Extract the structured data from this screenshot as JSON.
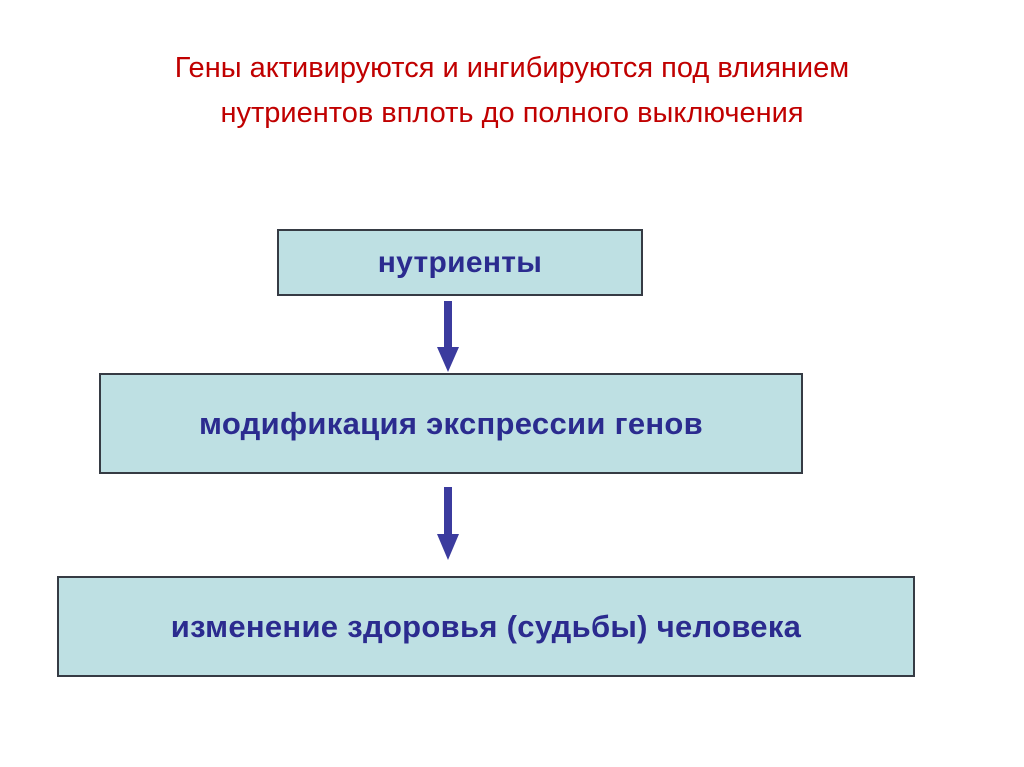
{
  "slide": {
    "background_color": "#FFFFFF",
    "title": {
      "text": "Гены активируются и ингибируются под влиянием\nнутриентов вплоть до полного выключения",
      "color": "#C00000"
    },
    "diagram": {
      "type": "flowchart",
      "direction": "top-to-bottom",
      "box_fill_color": "#BEE0E3",
      "box_border_color": "#363B44",
      "box_text_color": "#2B2B8F",
      "arrow_color": "#3B3B9E",
      "nodes": [
        {
          "id": "nutrients",
          "label": "нутриенты"
        },
        {
          "id": "modification",
          "label": "модификация экспрессии генов"
        },
        {
          "id": "health",
          "label": "изменение здоровья (судьбы) человека"
        }
      ],
      "connectors": [
        {
          "id": "arrow-1",
          "from": "nutrients",
          "to": "modification",
          "icon": "arrow-down-icon"
        },
        {
          "id": "arrow-2",
          "from": "modification",
          "to": "health",
          "icon": "arrow-down-icon"
        }
      ]
    }
  }
}
